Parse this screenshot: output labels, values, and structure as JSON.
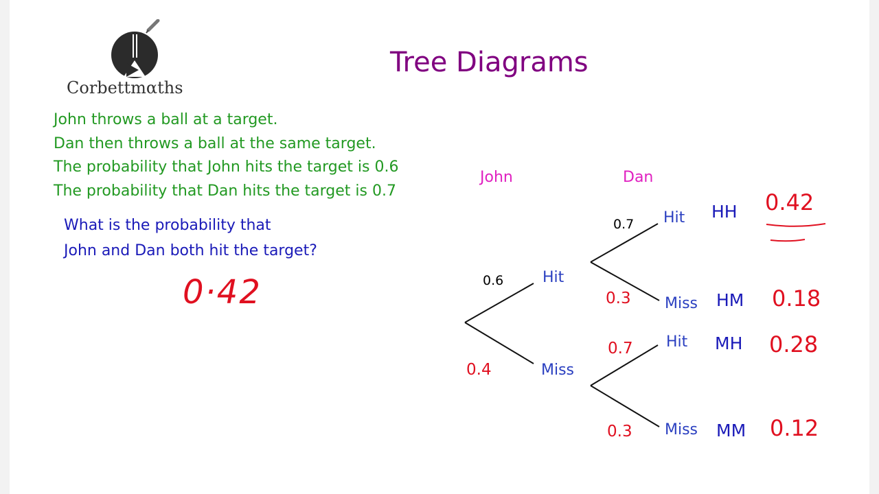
{
  "brand": {
    "name": "Corbettmαths"
  },
  "title": "Tree Diagrams",
  "problem": {
    "lines": [
      "John throws a ball at a target.",
      "Dan then throws a ball at the same target.",
      "The probability that John hits the target is 0.6",
      "The probability that Dan hits the target is 0.7"
    ],
    "question": [
      "What is the probability that",
      "John and Dan both hit the target?"
    ],
    "answer": "0·42"
  },
  "tree": {
    "headers": {
      "first": "John",
      "second": "Dan"
    },
    "first_stage": {
      "hit": {
        "label": "Hit",
        "probability": "0.6"
      },
      "miss": {
        "label": "Miss",
        "probability": "0.4"
      }
    },
    "second_stage": {
      "after_hit": {
        "hit": {
          "label": "Hit",
          "probability": "0.7",
          "outcome": "HH",
          "result": "0.42"
        },
        "miss": {
          "label": "Miss",
          "probability": "0.3",
          "outcome": "HM",
          "result": "0.18"
        }
      },
      "after_miss": {
        "hit": {
          "label": "Hit",
          "probability": "0.7",
          "outcome": "MH",
          "result": "0.28"
        },
        "miss": {
          "label": "Miss",
          "probability": "0.3",
          "outcome": "MM",
          "result": "0.12"
        }
      }
    }
  },
  "colors": {
    "title": "#800080",
    "problem_text": "#229922",
    "question_text": "#1a1ab8",
    "handwriting": "#e01020",
    "header_labels": "#e020c0",
    "outcome_labels": "#2a3fc0"
  }
}
